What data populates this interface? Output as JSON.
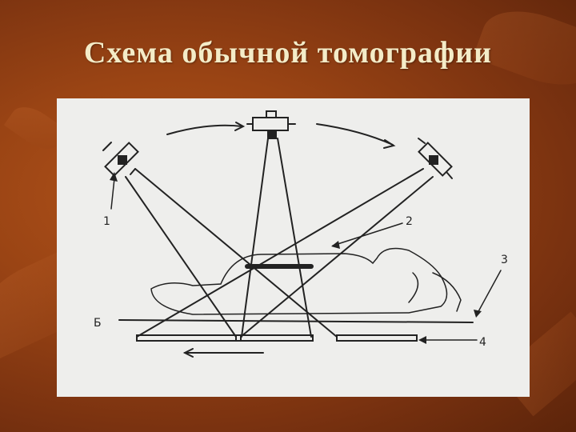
{
  "slide": {
    "title": "Схема обычной томографии"
  },
  "diagram": {
    "labels": {
      "tube": "1",
      "beam": "2",
      "table": "3",
      "film": "4",
      "base": "Б"
    }
  },
  "colors": {
    "background": "#9a4414",
    "title": "#f4ecc8",
    "figure_background": "#eeeeec",
    "ink": "#222222"
  }
}
